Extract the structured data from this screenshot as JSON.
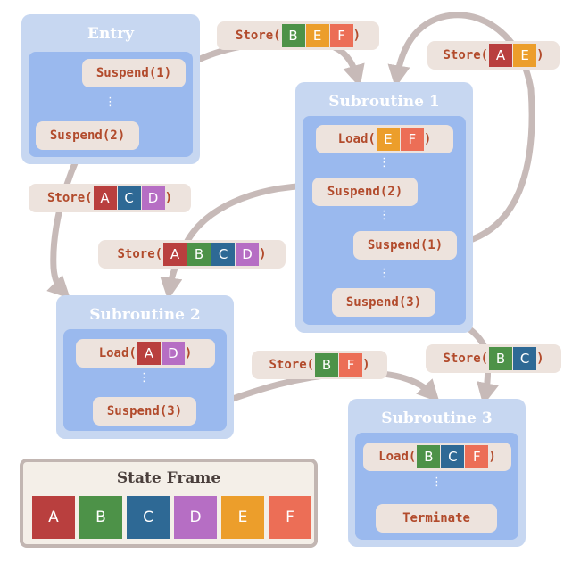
{
  "colors": {
    "A": "#b93f3e",
    "B": "#4d9248",
    "C": "#2e6995",
    "D": "#b66ec4",
    "E": "#ec9e2b",
    "F": "#ec6e56",
    "wire": "#c7bab8"
  },
  "blocks": {
    "entry": {
      "title": "Entry",
      "suspend1": "Suspend(1)",
      "suspend2": "Suspend(2)"
    },
    "sub1": {
      "title": "Subroutine 1",
      "load": "Load(",
      "suspend2": "Suspend(2)",
      "suspend1": "Suspend(1)",
      "suspend3": "Suspend(3)"
    },
    "sub2": {
      "title": "Subroutine 2",
      "load": "Load(",
      "suspend3": "Suspend(3)"
    },
    "sub3": {
      "title": "Subroutine 3",
      "load": "Load(",
      "terminate": "Terminate"
    }
  },
  "stores": {
    "s_bef": {
      "label": "Store(",
      "vars": [
        "B",
        "E",
        "F"
      ]
    },
    "s_ae": {
      "label": "Store(",
      "vars": [
        "A",
        "E"
      ]
    },
    "s_acd": {
      "label": "Store(",
      "vars": [
        "A",
        "C",
        "D"
      ]
    },
    "s_abcd": {
      "label": "Store(",
      "vars": [
        "A",
        "B",
        "C",
        "D"
      ]
    },
    "s_bf": {
      "label": "Store(",
      "vars": [
        "B",
        "F"
      ]
    },
    "s_bc": {
      "label": "Store(",
      "vars": [
        "B",
        "C"
      ]
    }
  },
  "loads": {
    "sub1": [
      "E",
      "F"
    ],
    "sub2": [
      "A",
      "D"
    ],
    "sub3": [
      "B",
      "C",
      "F"
    ]
  },
  "paren_close": ")",
  "dots": "⋮",
  "state_frame": {
    "title": "State Frame",
    "cells": [
      "A",
      "B",
      "C",
      "D",
      "E",
      "F"
    ]
  }
}
